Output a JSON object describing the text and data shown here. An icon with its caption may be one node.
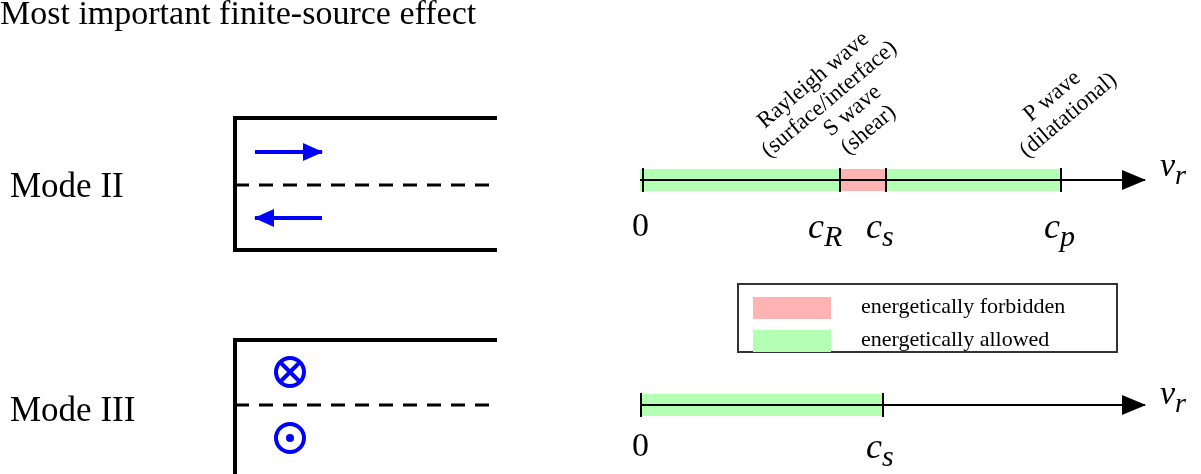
{
  "diagram": {
    "title": "Most important finite-source effect",
    "labels": [
      "Rayleigh wave (surface/interface)",
      "S wave (shear)",
      "P wave (dilatational)",
      "Mode II",
      "v$_{r}$",
      "0",
      "c$_{R}$",
      "c$_{s}$",
      "c$_{p}$",
      "Mode III",
      "v$_{r}$",
      "0",
      "c$_{s}$"
    ],
    "legend": [
      {
        "text": "energetically forbidden",
        "color": "#ffb3b3"
      },
      {
        "text": "energetically allowed",
        "color": "#b3ffb3"
      }
    ]
  }
}
